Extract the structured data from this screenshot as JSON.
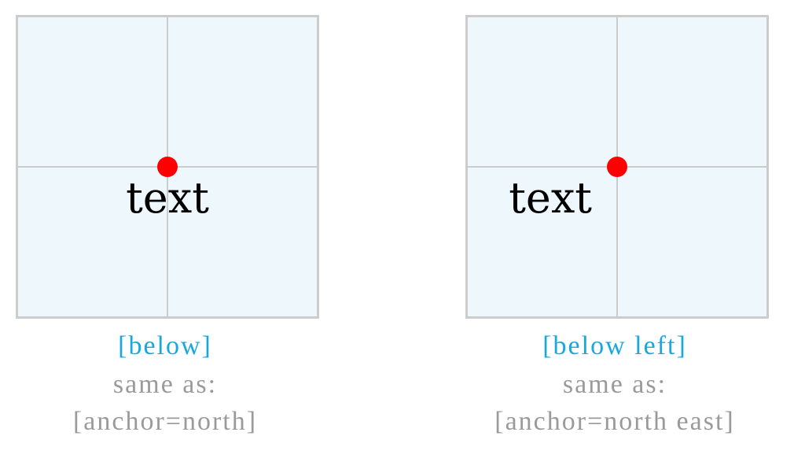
{
  "colors": {
    "box_fill": "#eef7fc",
    "box_border": "#cccccc",
    "anchor_dot": "#ff0000",
    "option_text": "#1aa7e0",
    "note_text": "#9a9a9a",
    "node_text": "#000000"
  },
  "panels": [
    {
      "node_text": "text",
      "option": "[below]",
      "same_as": "same as:",
      "equivalent": "[anchor=north]"
    },
    {
      "node_text": "text",
      "option": "[below left]",
      "same_as": "same as:",
      "equivalent": "[anchor=north east]"
    }
  ]
}
